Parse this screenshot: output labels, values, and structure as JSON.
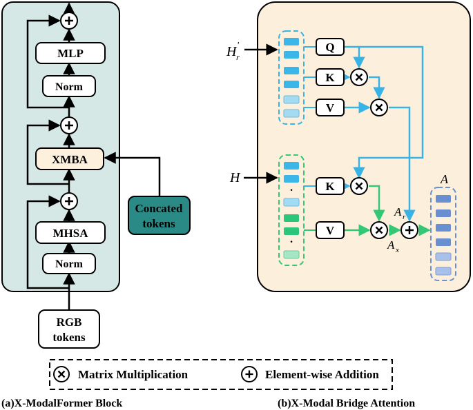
{
  "left_block": {
    "caption": "(a)X-ModalFormer Block",
    "mlp": "MLP",
    "norm_top": "Norm",
    "xmba": "XMBA",
    "mhsa": "MHSA",
    "norm_bottom": "Norm",
    "rgb_line1": "RGB",
    "rgb_line2": "tokens",
    "concat_line1": "Concated",
    "concat_line2": "tokens"
  },
  "right_block": {
    "caption": "(b)X-Modal Bridge Attention",
    "input_hr": "H",
    "input_hr_sub": "r",
    "input_hr_prime": "'",
    "input_h": "H",
    "q": "Q",
    "k_top": "K",
    "v_top": "V",
    "k_bottom": "K",
    "v_bottom": "V",
    "output_a": "A",
    "ar": "A",
    "ar_sub": "r",
    "ax": "A",
    "ax_sub": "x",
    "dot": "·"
  },
  "legend": {
    "multiply_symbol": "×",
    "multiply_label": "Matrix Multiplication",
    "add_symbol": "+",
    "add_label": "Element-wise Addition"
  },
  "colors": {
    "left_bg": "#d5e8e6",
    "right_bg": "#fcf0dd",
    "xmba_fill": "#fdf1de",
    "concat_fill": "#2a8a86",
    "blue_line": "#39b3e6",
    "green_line": "#34c776",
    "blue_token": "#3cb6e8",
    "light_blue_token": "#a3dbf3",
    "green_token": "#2bc67a",
    "light_green_token": "#a5e6c6",
    "output_token": "#6a8fd0",
    "light_output_token": "#a9c0e8"
  }
}
